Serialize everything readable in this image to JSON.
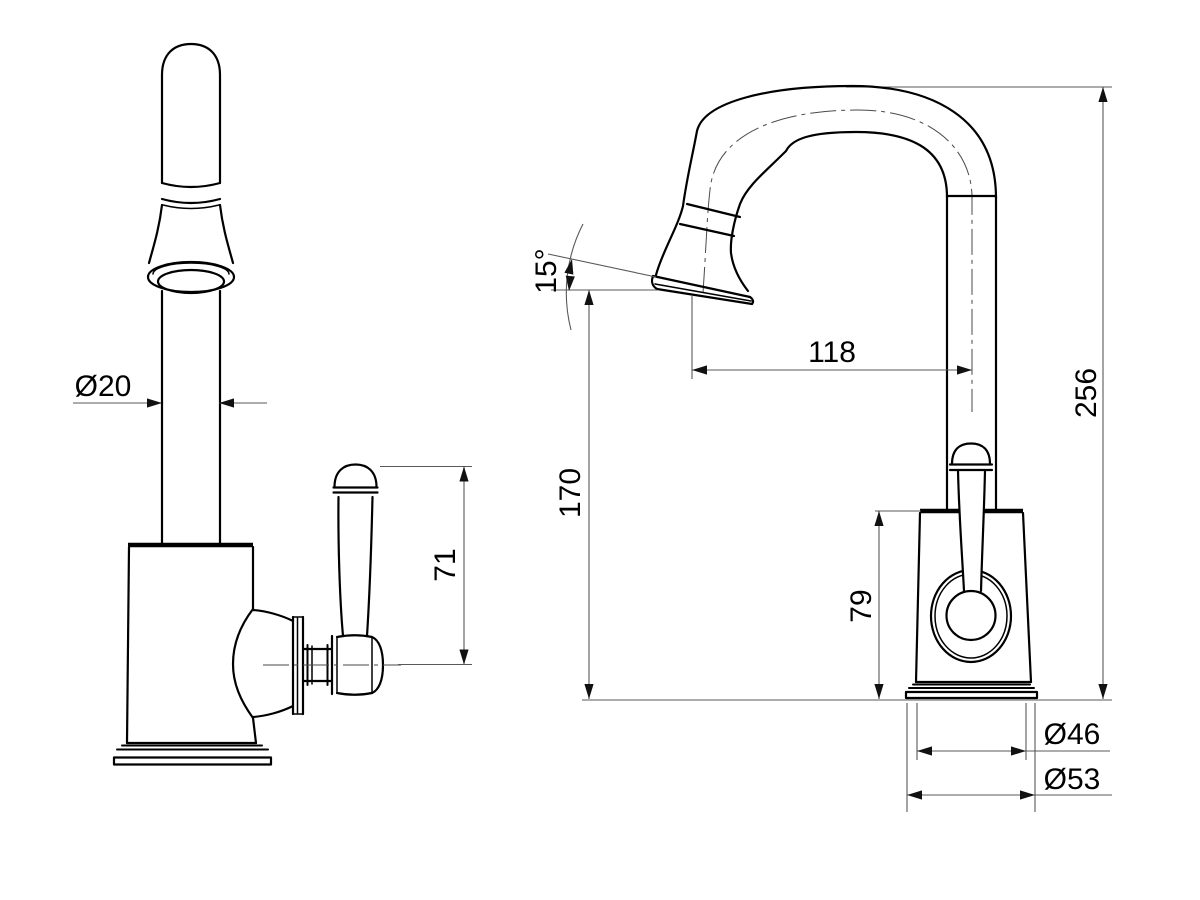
{
  "drawing": {
    "type": "technical-dimension-drawing",
    "views": [
      "front",
      "side"
    ],
    "colors": {
      "background": "#ffffff",
      "outline": "#000000",
      "dimension_lines": "#595959"
    }
  },
  "dimensions": {
    "spout_diameter": {
      "label": "Ø20"
    },
    "handle_height": {
      "label": "71"
    },
    "spout_angle": {
      "label": "15°"
    },
    "spout_reach": {
      "label": "118"
    },
    "total_height": {
      "label": "256"
    },
    "outlet_height": {
      "label": "170"
    },
    "body_height": {
      "label": "79"
    },
    "body_diameter": {
      "label": "Ø46"
    },
    "base_diameter": {
      "label": "Ø53"
    }
  }
}
